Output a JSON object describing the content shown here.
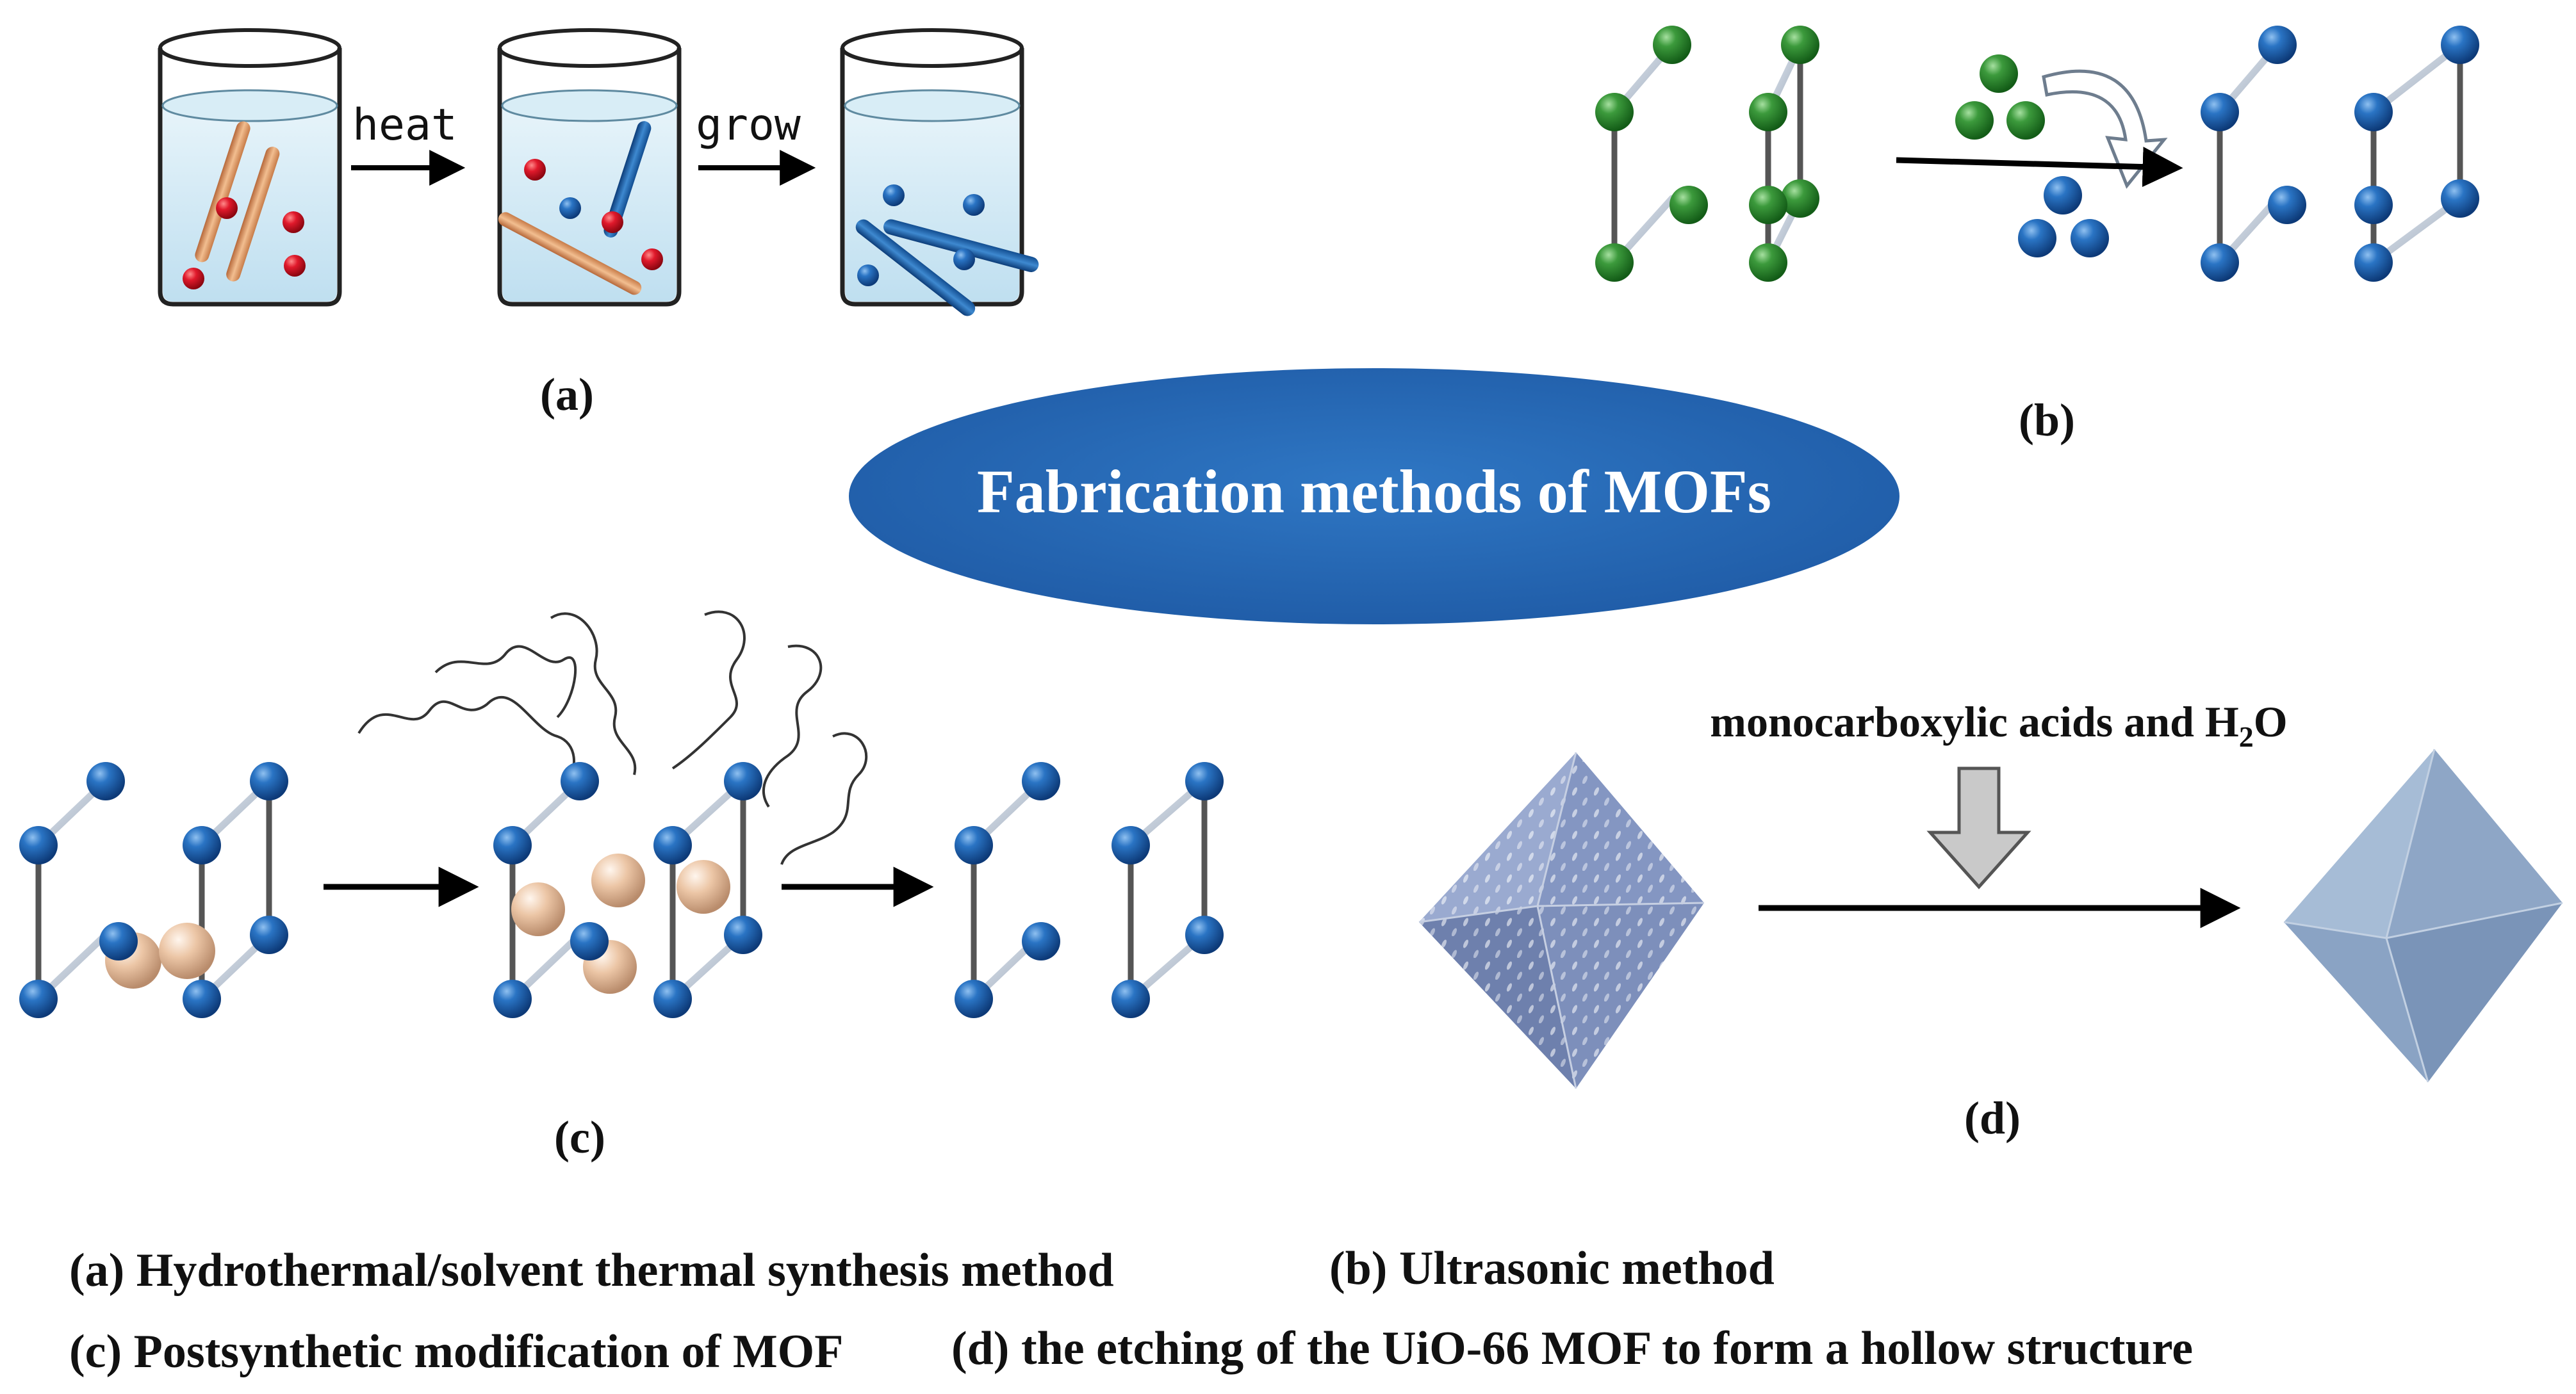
{
  "title": "Fabrication methods of MOFs",
  "colors": {
    "ellipse": "#2a6bb7",
    "title_text": "#ffffff",
    "water": "#d3e9f2",
    "blue_atom": "#1f5ea8",
    "green_atom": "#2e7d32",
    "red_particle": "#d7192b",
    "orange_rod": "#e3a06d",
    "blue_rod": "#1e64a8",
    "guest_sphere": "#e8c4a8",
    "octahedron": "#7e95bf",
    "frame_bar": "#c5cdd8"
  },
  "panel_a": {
    "label": "(a)",
    "arrow1_text": "heat",
    "arrow2_text": "grow",
    "icons": [
      "beaker-icon",
      "beaker-icon",
      "beaker-icon"
    ]
  },
  "panel_b": {
    "label": "(b)"
  },
  "panel_c": {
    "label": "(c)"
  },
  "panel_d": {
    "label": "(d)",
    "reagent_text": "monocarboxylic acids and H",
    "reagent_sub": "2",
    "reagent_tail": "O"
  },
  "captions": {
    "a": "(a) Hydrothermal/solvent thermal synthesis method",
    "b": "(b) Ultrasonic method",
    "c": "(c) Postsynthetic modification of MOF",
    "d": "(d) the etching of the UiO-66 MOF to form a hollow structure"
  }
}
